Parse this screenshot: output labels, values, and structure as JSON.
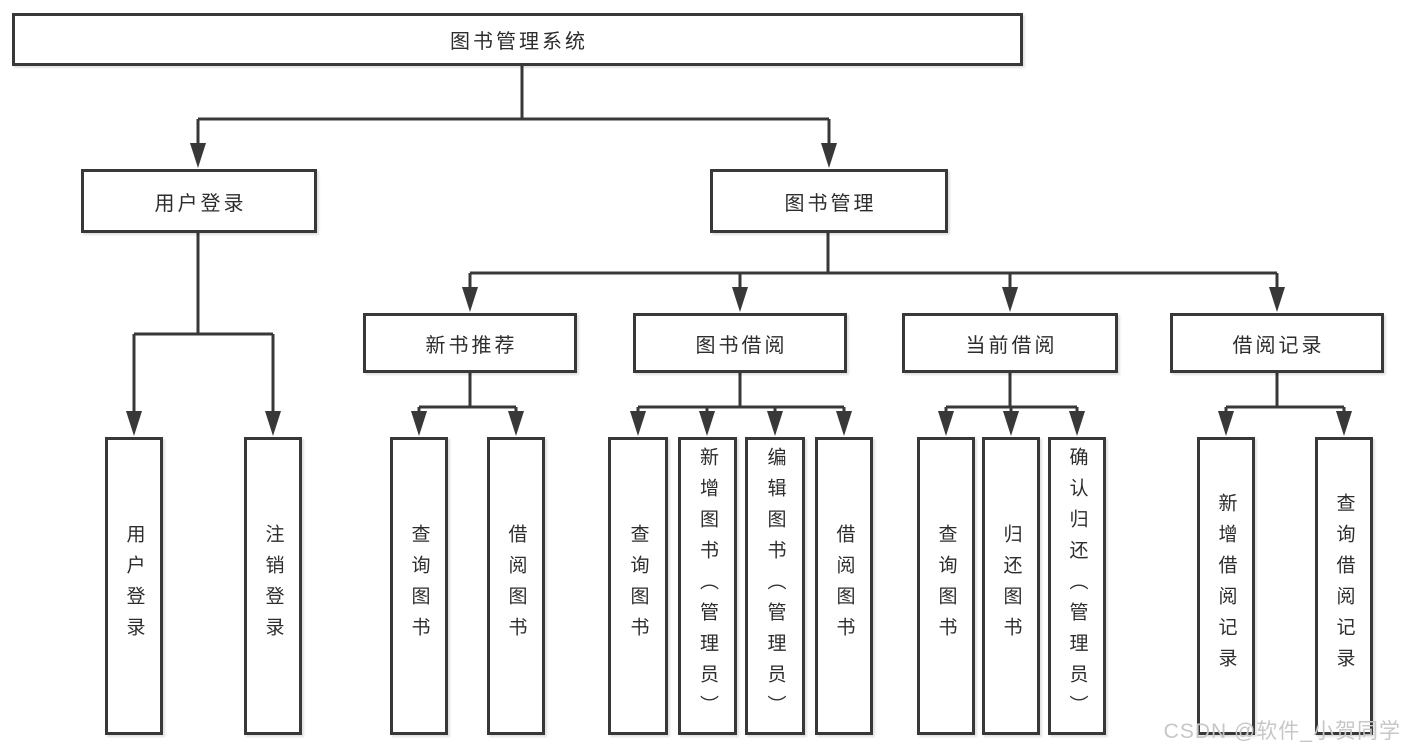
{
  "diagram": {
    "tree": {
      "root": {
        "label": "图书管理系统"
      },
      "branches": [
        {
          "label": "用户登录",
          "children": [
            {
              "label": "用户登录"
            },
            {
              "label": "注销登录"
            }
          ]
        },
        {
          "label": "图书管理",
          "children": [
            {
              "label": "新书推荐",
              "children": [
                {
                  "label": "查询图书"
                },
                {
                  "label": "借阅图书"
                }
              ]
            },
            {
              "label": "图书借阅",
              "children": [
                {
                  "label": "查询图书"
                },
                {
                  "label": "新增图书（管理员）"
                },
                {
                  "label": "编辑图书（管理员）"
                },
                {
                  "label": "借阅图书"
                }
              ]
            },
            {
              "label": "当前借阅",
              "children": [
                {
                  "label": "查询图书"
                },
                {
                  "label": "归还图书"
                },
                {
                  "label": "确认归还（管理员）"
                }
              ]
            },
            {
              "label": "借阅记录",
              "children": [
                {
                  "label": "新增借阅记录"
                },
                {
                  "label": "查询借阅记录"
                }
              ]
            }
          ]
        }
      ]
    },
    "watermark": {
      "text": "CSDN @软件_小贺同学"
    },
    "colors": {
      "line": "#383838",
      "box_border": "#383838",
      "text": "#2d2d2d",
      "watermark": "#c7c7c7",
      "background": "#ffffff"
    }
  }
}
